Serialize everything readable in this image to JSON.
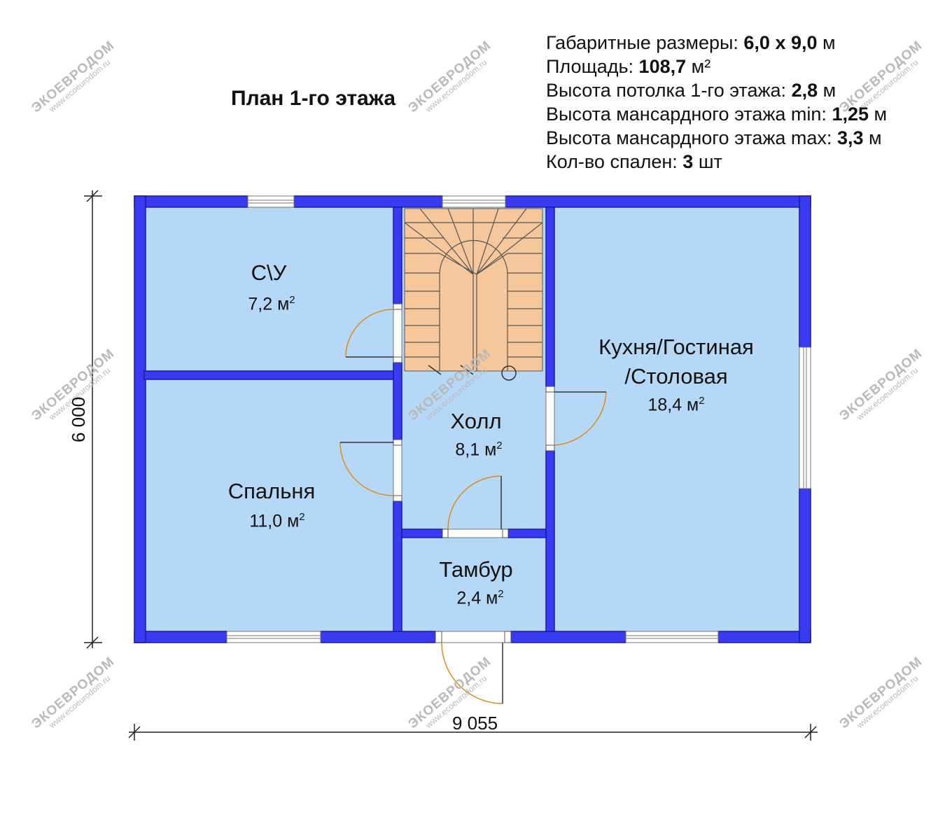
{
  "title": "План 1-го этажа",
  "specs": [
    {
      "label": "Габаритные размеры: ",
      "value": "6,0 х 9,0",
      "unit": " м"
    },
    {
      "label": "Площадь: ",
      "value": "108,7",
      "unit": " м²"
    },
    {
      "label": "Высота потолка 1-го этажа: ",
      "value": "2,8",
      "unit": " м"
    },
    {
      "label": "Высота мансардного этажа min: ",
      "value": "1,25",
      "unit": " м"
    },
    {
      "label": "Высота мансардного этажа max: ",
      "value": "3,3",
      "unit": " м"
    },
    {
      "label": "Кол-во спален: ",
      "value": "3",
      "unit": " шт"
    }
  ],
  "rooms": {
    "bathroom": {
      "name": "С\\У",
      "area": "7,2 м",
      "sup": "2"
    },
    "bedroom": {
      "name": "Спальня",
      "area": "11,0 м",
      "sup": "2"
    },
    "hall": {
      "name": "Холл",
      "area": "8,1 м",
      "sup": "2"
    },
    "vestibule": {
      "name": "Тамбур",
      "area": "2,4 м",
      "sup": "2"
    },
    "kitchen": {
      "name_line1": "Кухня/Гостиная",
      "name_line2": "/Столовая",
      "area": "18,4 м",
      "sup": "2"
    }
  },
  "dimensions": {
    "width": "9 055",
    "height": "6 000"
  },
  "watermark": {
    "brand": "ЭКОЕВРОДОМ",
    "url": "www.ecoeurodom.ru"
  },
  "colors": {
    "wall": "#3a3af0",
    "wall_outline": "#1a1aa8",
    "floor": "#b5d8f7",
    "stairs": "#f6c79a",
    "door_arc": "#e08a1a",
    "watermark": "#b9b9b9"
  }
}
